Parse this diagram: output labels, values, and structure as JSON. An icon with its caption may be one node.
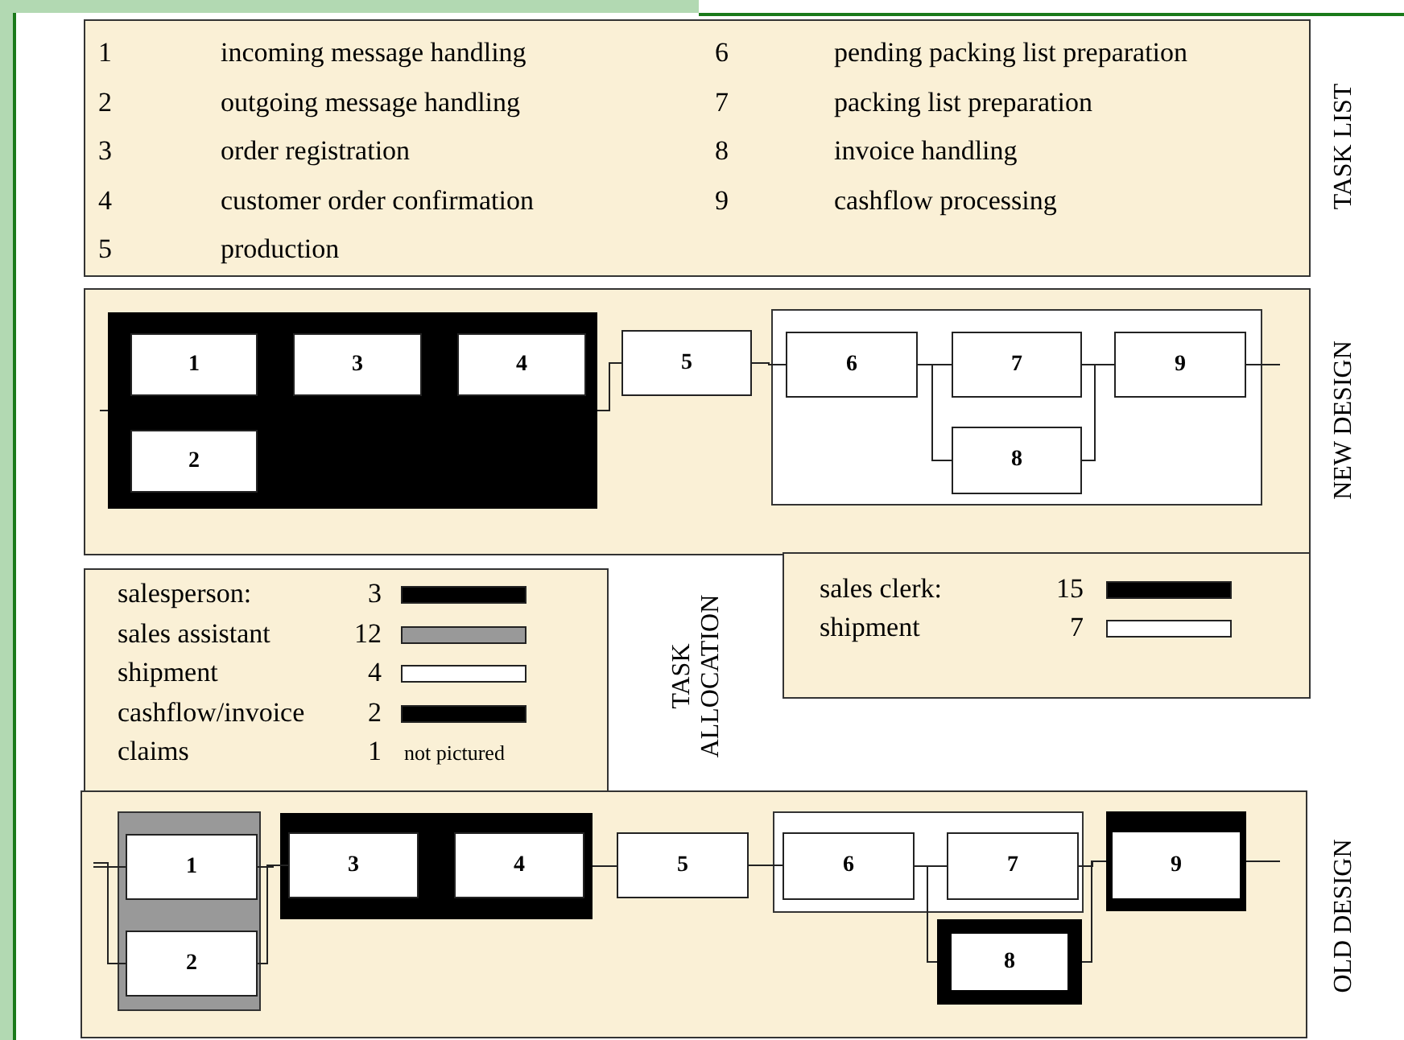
{
  "diagram": {
    "nodes": [
      {
        "text": [
          "1",
          "incoming message handling",
          "6",
          "pending packing list preparation",
          "2",
          "outgoing message handling",
          "7",
          "packing list preparation",
          "3",
          "order registration",
          "8",
          "invoice handling",
          "4",
          "customer order confirmation",
          "9",
          "cashflow processing",
          "5",
          "production"
        ],
        "beside": [
          "TASK LIST"
        ]
      },
      {
        "text": [],
        "shape": "box",
        "beside": [
          "NEW DESIGN"
        ]
      },
      {
        "text": [],
        "shape": "box",
        "in": 1
      },
      {
        "text": [
          "1"
        ],
        "in": 2
      },
      {
        "text": [
          "3"
        ],
        "in": 2
      },
      {
        "text": [
          "4"
        ],
        "in": 2
      },
      {
        "text": [
          "2"
        ],
        "in": 2
      },
      {
        "text": [
          "5"
        ],
        "in": 1
      },
      {
        "text": [],
        "shape": "box",
        "in": 1
      },
      {
        "text": [
          "6"
        ],
        "in": 8
      },
      {
        "text": [
          "7"
        ],
        "in": 8
      },
      {
        "text": [
          "9"
        ],
        "in": 8
      },
      {
        "text": [
          "8"
        ],
        "in": 8
      },
      {
        "text": [],
        "shape": "box",
        "beside": [
          "OLD DESIGN"
        ]
      },
      {
        "text": [],
        "shape": "box",
        "in": 13
      },
      {
        "text": [
          "1"
        ],
        "in": 14
      },
      {
        "text": [
          "2"
        ],
        "in": 14
      },
      {
        "text": [],
        "shape": "box",
        "in": 13
      },
      {
        "text": [
          "3"
        ],
        "in": 17
      },
      {
        "text": [
          "4"
        ],
        "in": 17
      },
      {
        "text": [
          "5"
        ],
        "in": 13
      },
      {
        "text": [],
        "shape": "box",
        "in": 13
      },
      {
        "text": [
          "6"
        ],
        "in": 21
      },
      {
        "text": [
          "7"
        ],
        "in": 21
      },
      {
        "text": [
          "8"
        ],
        "in": 13
      },
      {
        "text": [
          "9"
        ],
        "in": 13
      }
    ],
    "edges": [
      {
        "from": null,
        "to": 2,
        "arrow": "none"
      },
      {
        "from": 2,
        "to": 7,
        "arrow": "none"
      },
      {
        "from": 7,
        "to": 9,
        "arrow": "none"
      },
      {
        "from": 9,
        "to": 10,
        "arrow": "none"
      },
      {
        "from": 9,
        "to": 12,
        "arrow": "none"
      },
      {
        "from": 10,
        "to": 11,
        "arrow": "none"
      },
      {
        "from": 12,
        "to": 11,
        "arrow": "none"
      },
      {
        "from": 11,
        "to": null,
        "arrow": "none"
      },
      {
        "from": null,
        "to": 15,
        "arrow": "none"
      },
      {
        "from": null,
        "to": 16,
        "arrow": "none"
      },
      {
        "from": 15,
        "to": 18,
        "arrow": "none"
      },
      {
        "from": 16,
        "to": 18,
        "arrow": "none"
      },
      {
        "from": 17,
        "to": 20,
        "arrow": "none"
      },
      {
        "from": 20,
        "to": 22,
        "arrow": "none"
      },
      {
        "from": 22,
        "to": 23,
        "arrow": "none"
      },
      {
        "from": 22,
        "to": 24,
        "arrow": "none"
      },
      {
        "from": 23,
        "to": 25,
        "arrow": "none"
      },
      {
        "from": 24,
        "to": 25,
        "arrow": "none"
      },
      {
        "from": 25,
        "to": null,
        "arrow": "none"
      }
    ],
    "labels": [
      "3",
      "12",
      "4",
      "2",
      "claims",
      "1",
      "not pictured",
      "TASK ALLOCATION",
      "15",
      "7"
    ],
    "legend": [
      {
        "text": "salesperson:",
        "color": "#000000"
      },
      {
        "text": "sales assistant",
        "color": "#999999"
      },
      {
        "text": "shipment",
        "color": "#ffffff"
      },
      {
        "text": "cashflow/invoice",
        "color": "#000000"
      },
      {
        "text": "sales clerk:",
        "color": "#000000"
      },
      {
        "text": "shipment",
        "color": "#ffffff"
      }
    ]
  }
}
